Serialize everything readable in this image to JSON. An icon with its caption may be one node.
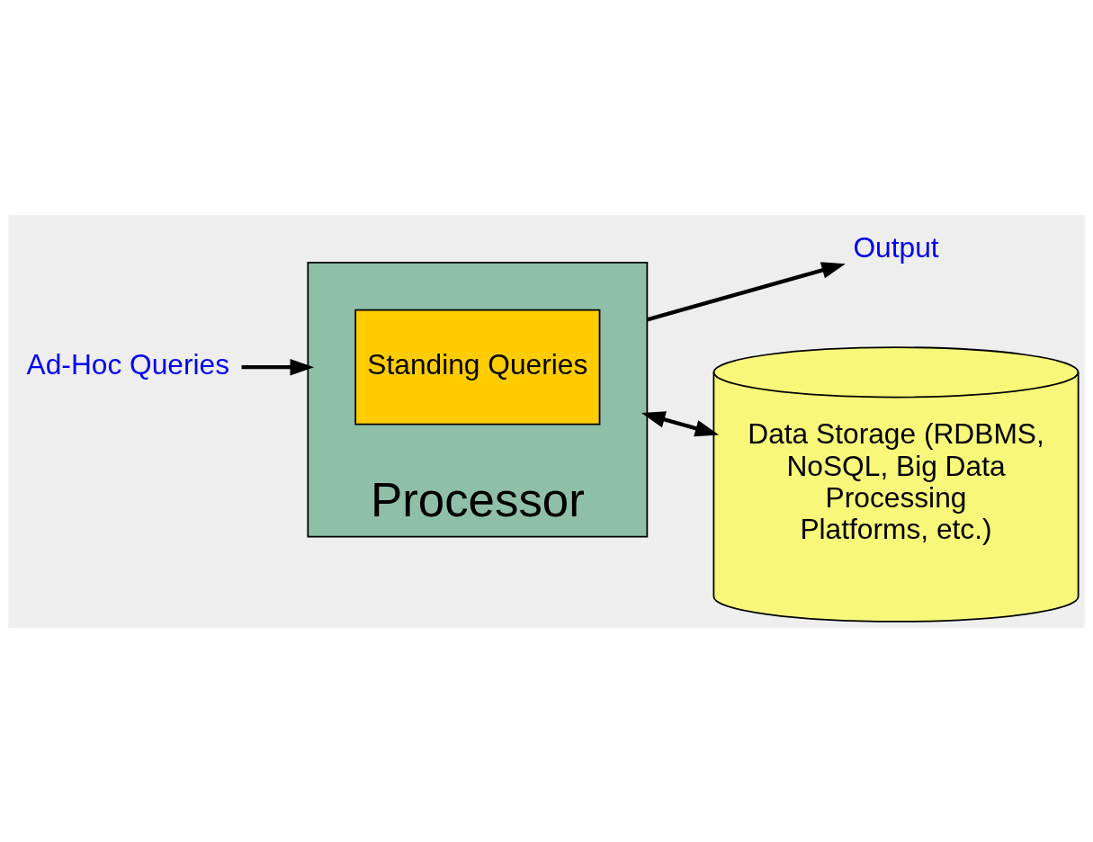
{
  "diagram": {
    "nodes": [
      {
        "text": [
          "Processor"
        ]
      },
      {
        "text": [
          "Standing Queries"
        ],
        "in": 0
      },
      {
        "text": [
          "Ad-Hoc Queries"
        ]
      },
      {
        "text": [
          "Output"
        ]
      },
      {
        "text": [
          "Data Storage (RDBMS, NoSQL, Big Data Processing Platforms, etc.)"
        ]
      }
    ],
    "edges": [
      {
        "from": 2,
        "to": 0,
        "arrow": "to"
      },
      {
        "from": 0,
        "to": 3,
        "arrow": "to"
      },
      {
        "from": 0,
        "to": 4,
        "arrow": "both"
      }
    ]
  }
}
